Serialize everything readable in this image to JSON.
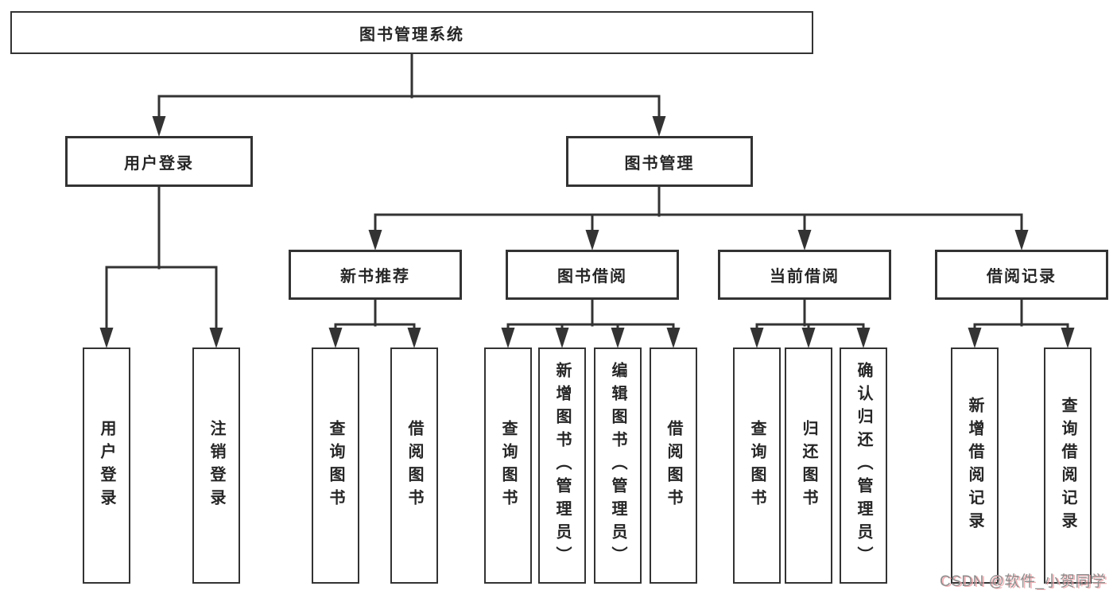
{
  "diagram": {
    "tree": {
      "label": "图书管理系统",
      "children": [
        {
          "label": "用户登录",
          "children": [
            {
              "label": "用户登录"
            },
            {
              "label": "注销登录"
            }
          ]
        },
        {
          "label": "图书管理",
          "children": [
            {
              "label": "新书推荐",
              "children": [
                {
                  "label": "查询图书"
                },
                {
                  "label": "借阅图书"
                }
              ]
            },
            {
              "label": "图书借阅",
              "children": [
                {
                  "label": "查询图书"
                },
                {
                  "label": "新增图书（管理员）"
                },
                {
                  "label": "编辑图书（管理员）"
                },
                {
                  "label": "借阅图书"
                }
              ]
            },
            {
              "label": "当前借阅",
              "children": [
                {
                  "label": "查询图书"
                },
                {
                  "label": "归还图书"
                },
                {
                  "label": "确认归还（管理员）"
                }
              ]
            },
            {
              "label": "借阅记录",
              "children": [
                {
                  "label": "新增借阅记录"
                },
                {
                  "label": "查询借阅记录"
                }
              ]
            }
          ]
        }
      ]
    },
    "watermark": {
      "text": "CSDN @软件_小贺同学"
    },
    "colors": {
      "line": "#333333",
      "box_border": "#333333",
      "text": "#262626",
      "background": "#ffffff",
      "watermark_text": "#8e8e8e",
      "watermark_shadow": "#eea4aa"
    }
  }
}
